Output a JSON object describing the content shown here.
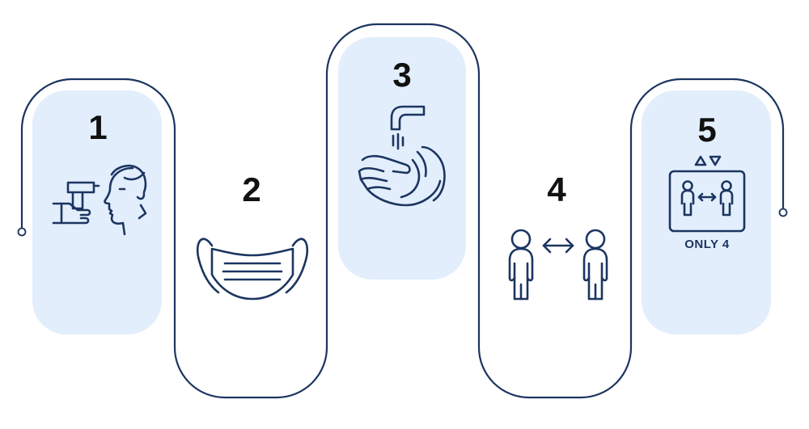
{
  "steps": [
    {
      "number": "1",
      "icon": "temperature-check-icon"
    },
    {
      "number": "2",
      "icon": "face-mask-icon"
    },
    {
      "number": "3",
      "icon": "hand-washing-icon"
    },
    {
      "number": "4",
      "icon": "social-distance-icon"
    },
    {
      "number": "5",
      "icon": "elevator-icon",
      "caption": "ONLY 4"
    }
  ],
  "colors": {
    "outline": "#1c3561",
    "panel_fill": "#e2eefb",
    "number_text": "#111111"
  }
}
